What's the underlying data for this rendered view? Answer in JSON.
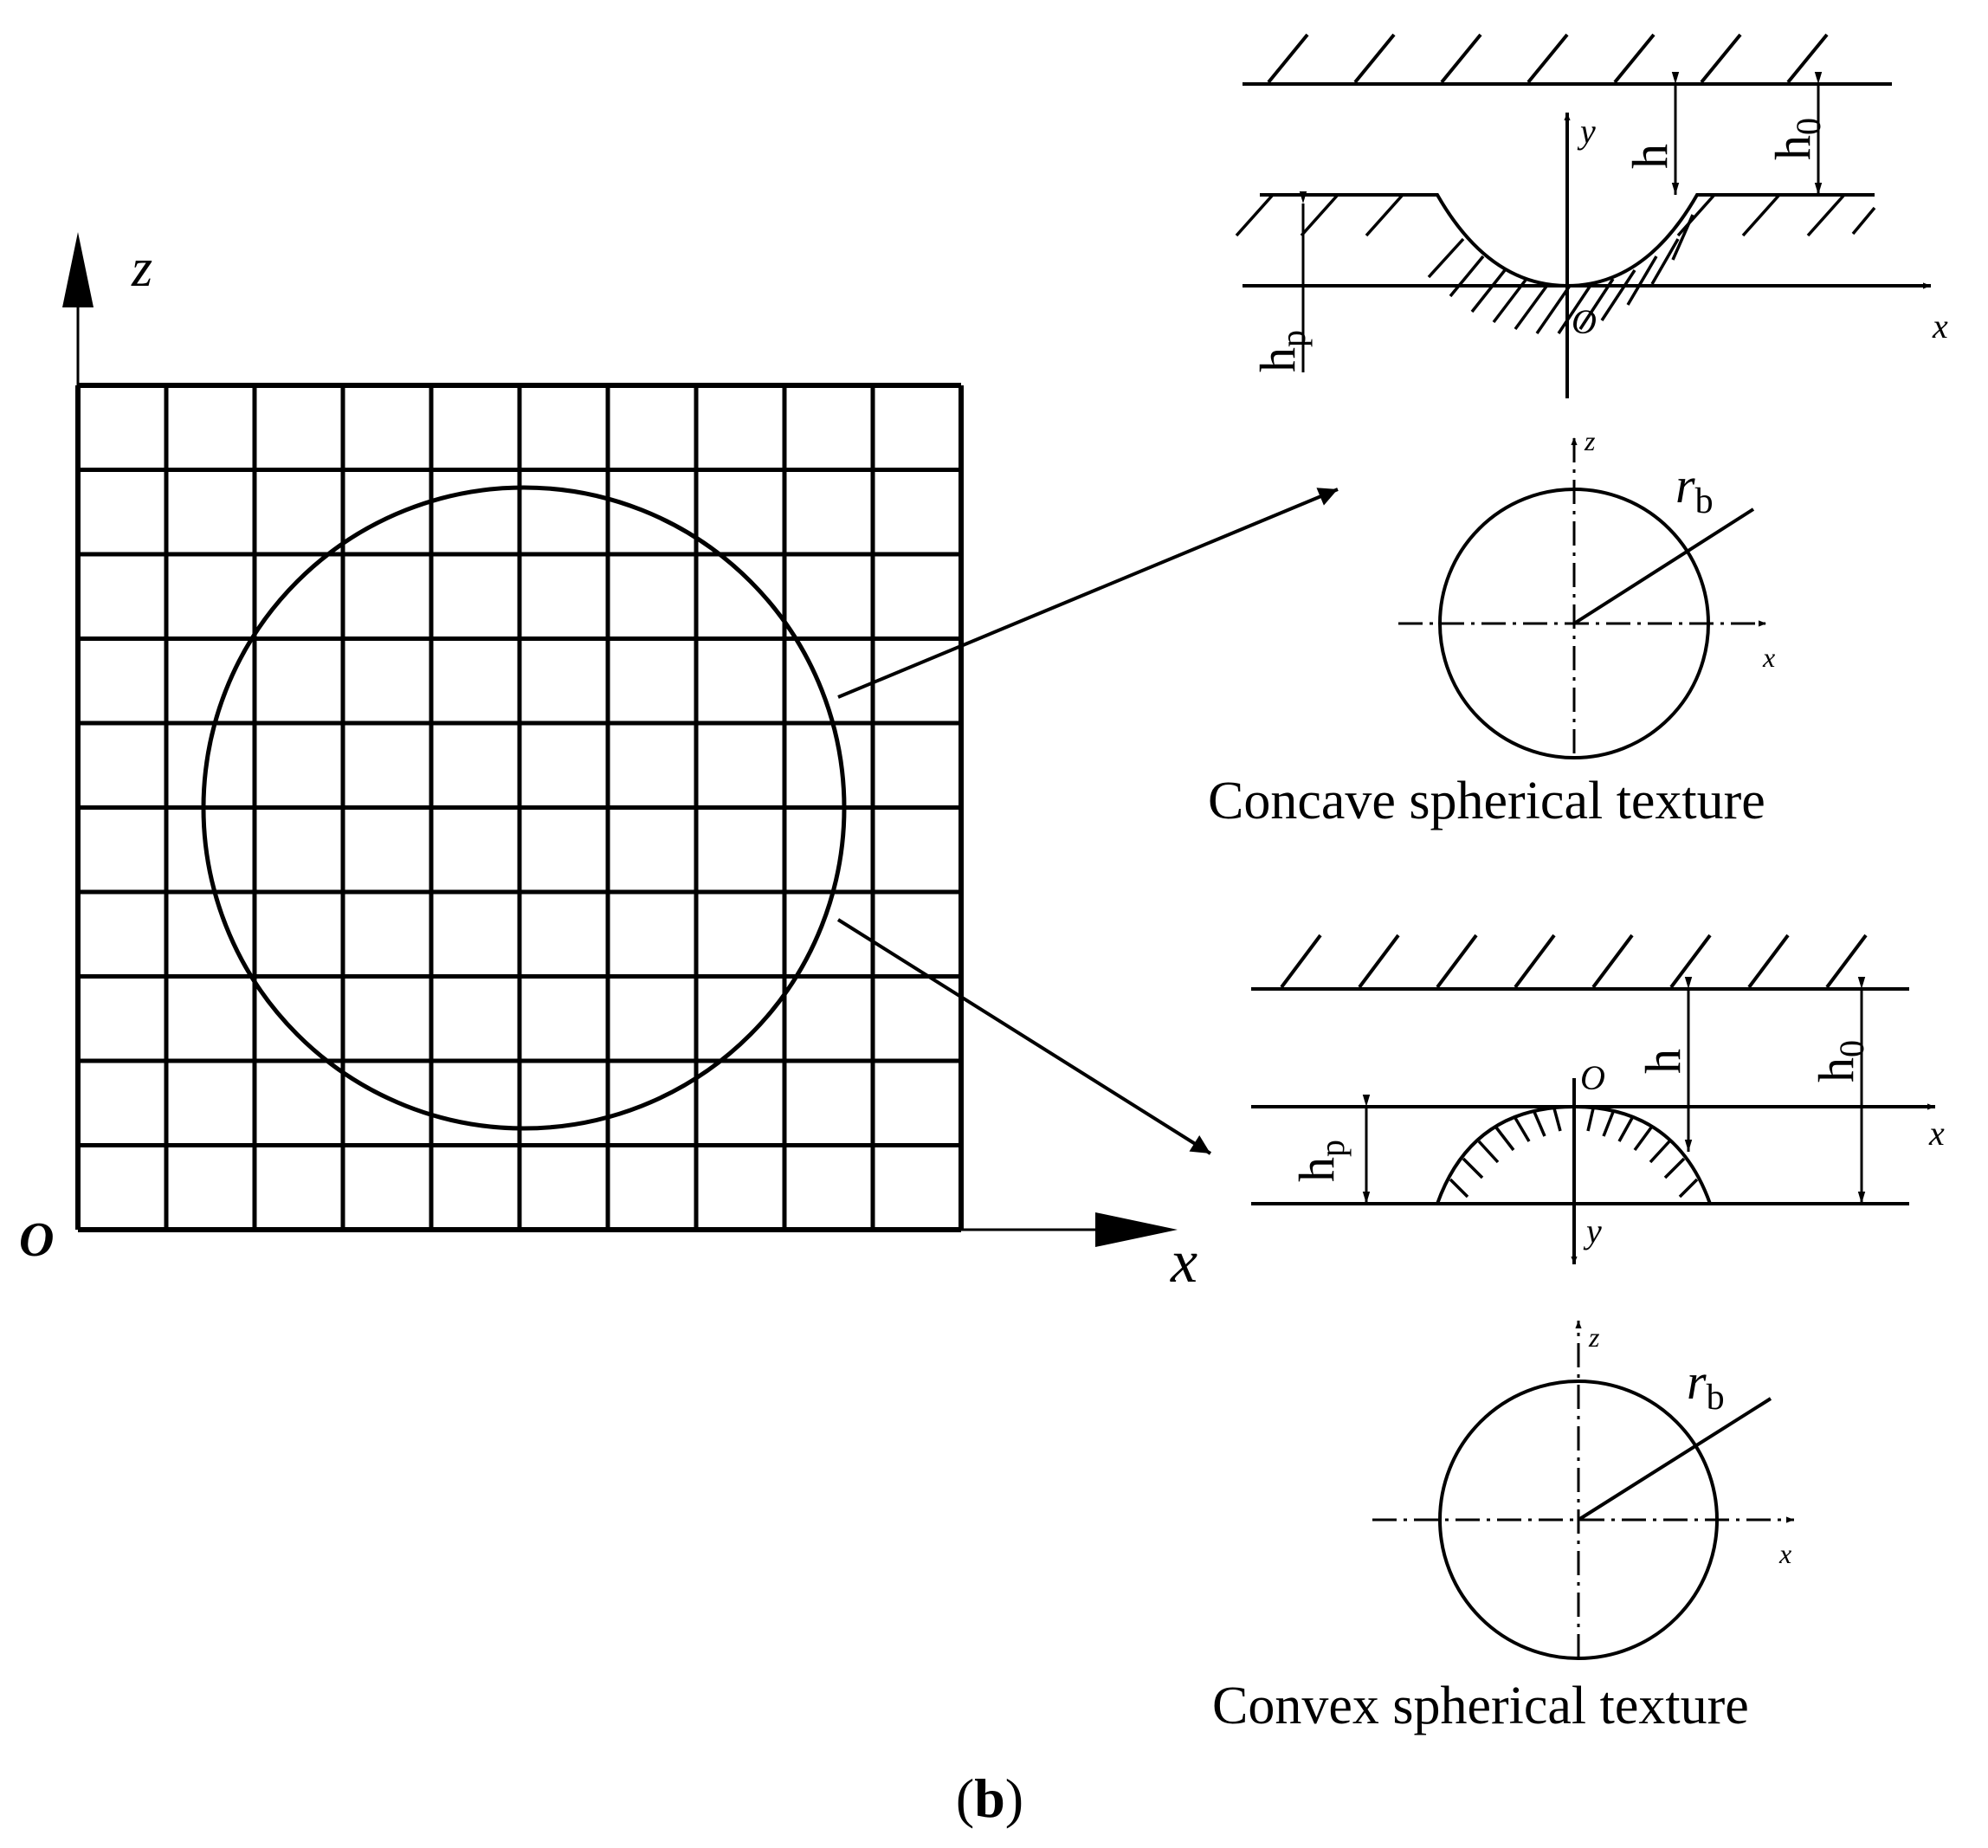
{
  "main_figure": {
    "origin_label": "O",
    "x_axis_label": "x",
    "z_axis_label": "z",
    "grid_cells": 10
  },
  "concave": {
    "caption": "Concave spherical texture",
    "section": {
      "h": "h",
      "h0": "h",
      "h0_sub": "0",
      "hp": "h",
      "hp_sub": "p",
      "y": "y",
      "x": "x",
      "origin": "O"
    },
    "plan": {
      "z": "z",
      "x": "x",
      "radius": "r",
      "radius_sub": "b"
    }
  },
  "convex": {
    "caption": "Convex spherical texture",
    "section": {
      "h": "h",
      "h0": "h",
      "h0_sub": "0",
      "hp": "h",
      "hp_sub": "p",
      "y": "y",
      "x": "x",
      "origin": "O"
    },
    "plan": {
      "z": "z",
      "x": "x",
      "radius": "r",
      "radius_sub": "b"
    }
  },
  "panel_label": {
    "open": "(",
    "letter": "b",
    "close": ")"
  }
}
